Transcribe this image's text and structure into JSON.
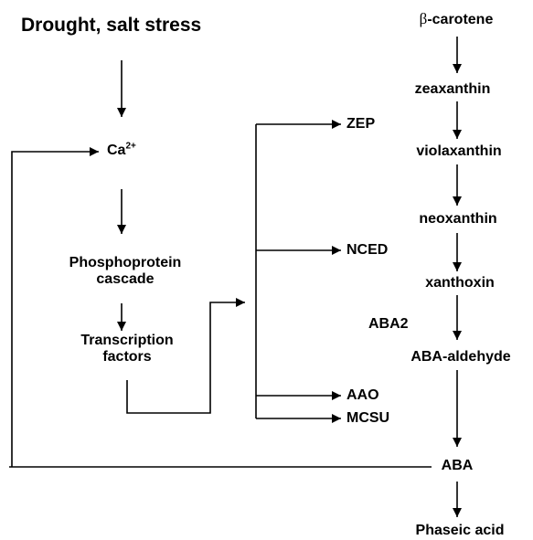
{
  "stress": {
    "title": "Drought, salt stress",
    "ca_base": "Ca",
    "ca_sup": "2+",
    "phospho_line1": "Phosphoprotein",
    "phospho_line2": "cascade",
    "tf_line1": "Transcription",
    "tf_line2": "factors"
  },
  "enzymes": {
    "zep": "ZEP",
    "nced": "NCED",
    "aao": "AAO",
    "mcsu": "MCSU",
    "aba2": "ABA2"
  },
  "pathway": {
    "beta": "β",
    "beta_suffix": "-carotene",
    "zeaxanthin": "zeaxanthin",
    "violaxanthin": "violaxanthin",
    "neoxanthin": "neoxanthin",
    "xanthoxin": "xanthoxin",
    "aba_aldehyde": "ABA-aldehyde",
    "aba": "ABA",
    "phaseic": "Phaseic acid"
  }
}
